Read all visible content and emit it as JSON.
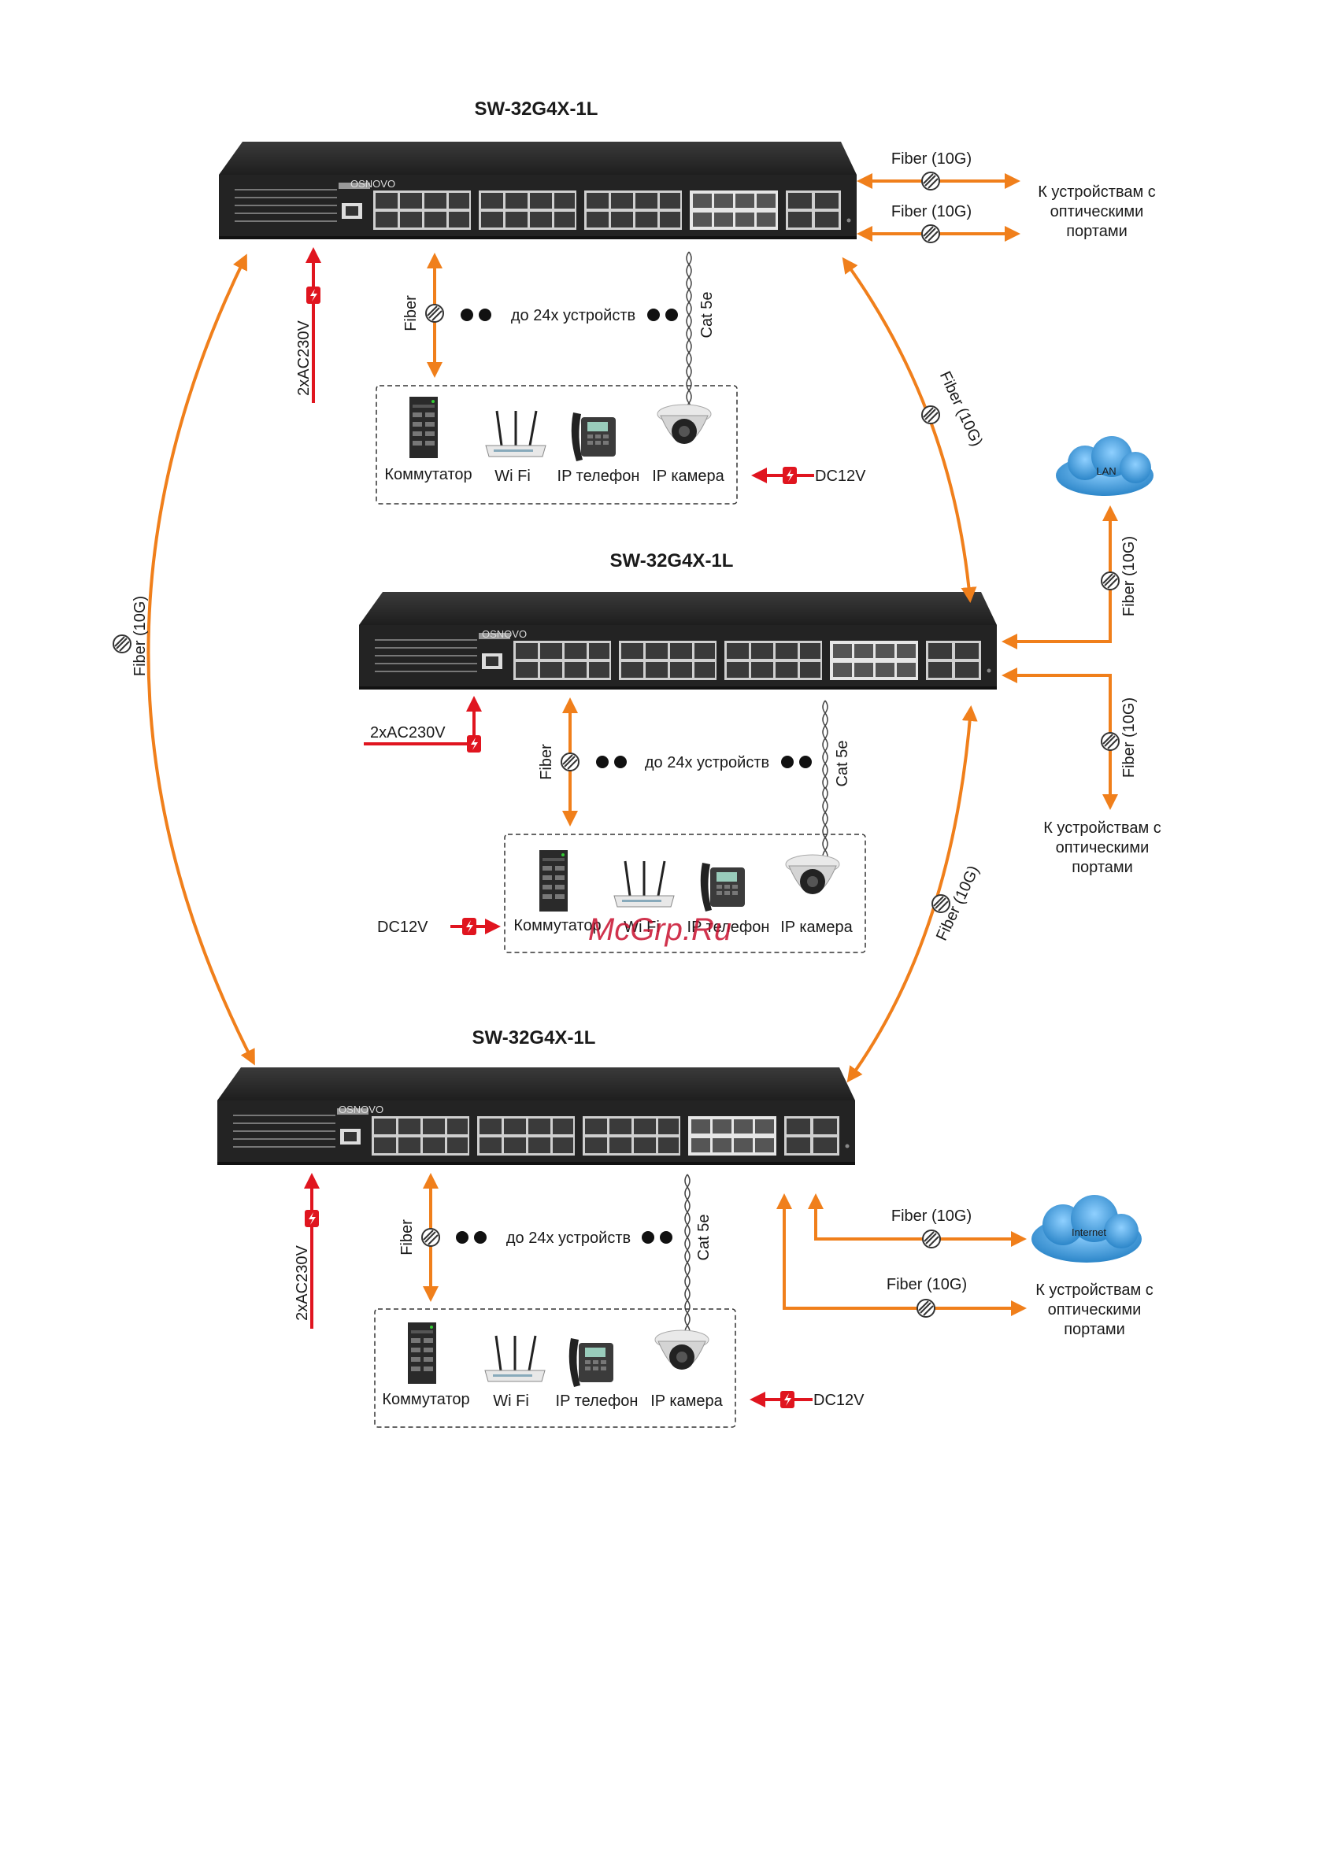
{
  "switches": [
    {
      "model": "SW-32G4X-1L",
      "brand": "OSNOVO"
    },
    {
      "model": "SW-32G4X-1L",
      "brand": "OSNOVO"
    },
    {
      "model": "SW-32G4X-1L",
      "brand": "OSNOVO"
    }
  ],
  "labels": {
    "fiber_10g": "Fiber (10G)",
    "fiber": "Fiber",
    "cat5e": "Cat 5e",
    "devices": "до 24х устройств",
    "optical_devices": [
      "К устройствам с",
      "оптическими",
      "портами"
    ],
    "ac_power": "2xAC230V",
    "dc_power": "DC12V",
    "lan": "LAN",
    "internet": "Internet",
    "watermark": "McGrp.Ru"
  },
  "devices": {
    "switch": "Коммутатор",
    "wifi": "Wi Fi",
    "phone": "IP телефон",
    "camera": "IP камера"
  },
  "colors": {
    "fiber_arrow": "#f07f1b",
    "power_arrow": "#e0151f",
    "cloud": "#4aa3df",
    "switch_body": "#2b2b2b",
    "watermark": "#c8102e"
  }
}
